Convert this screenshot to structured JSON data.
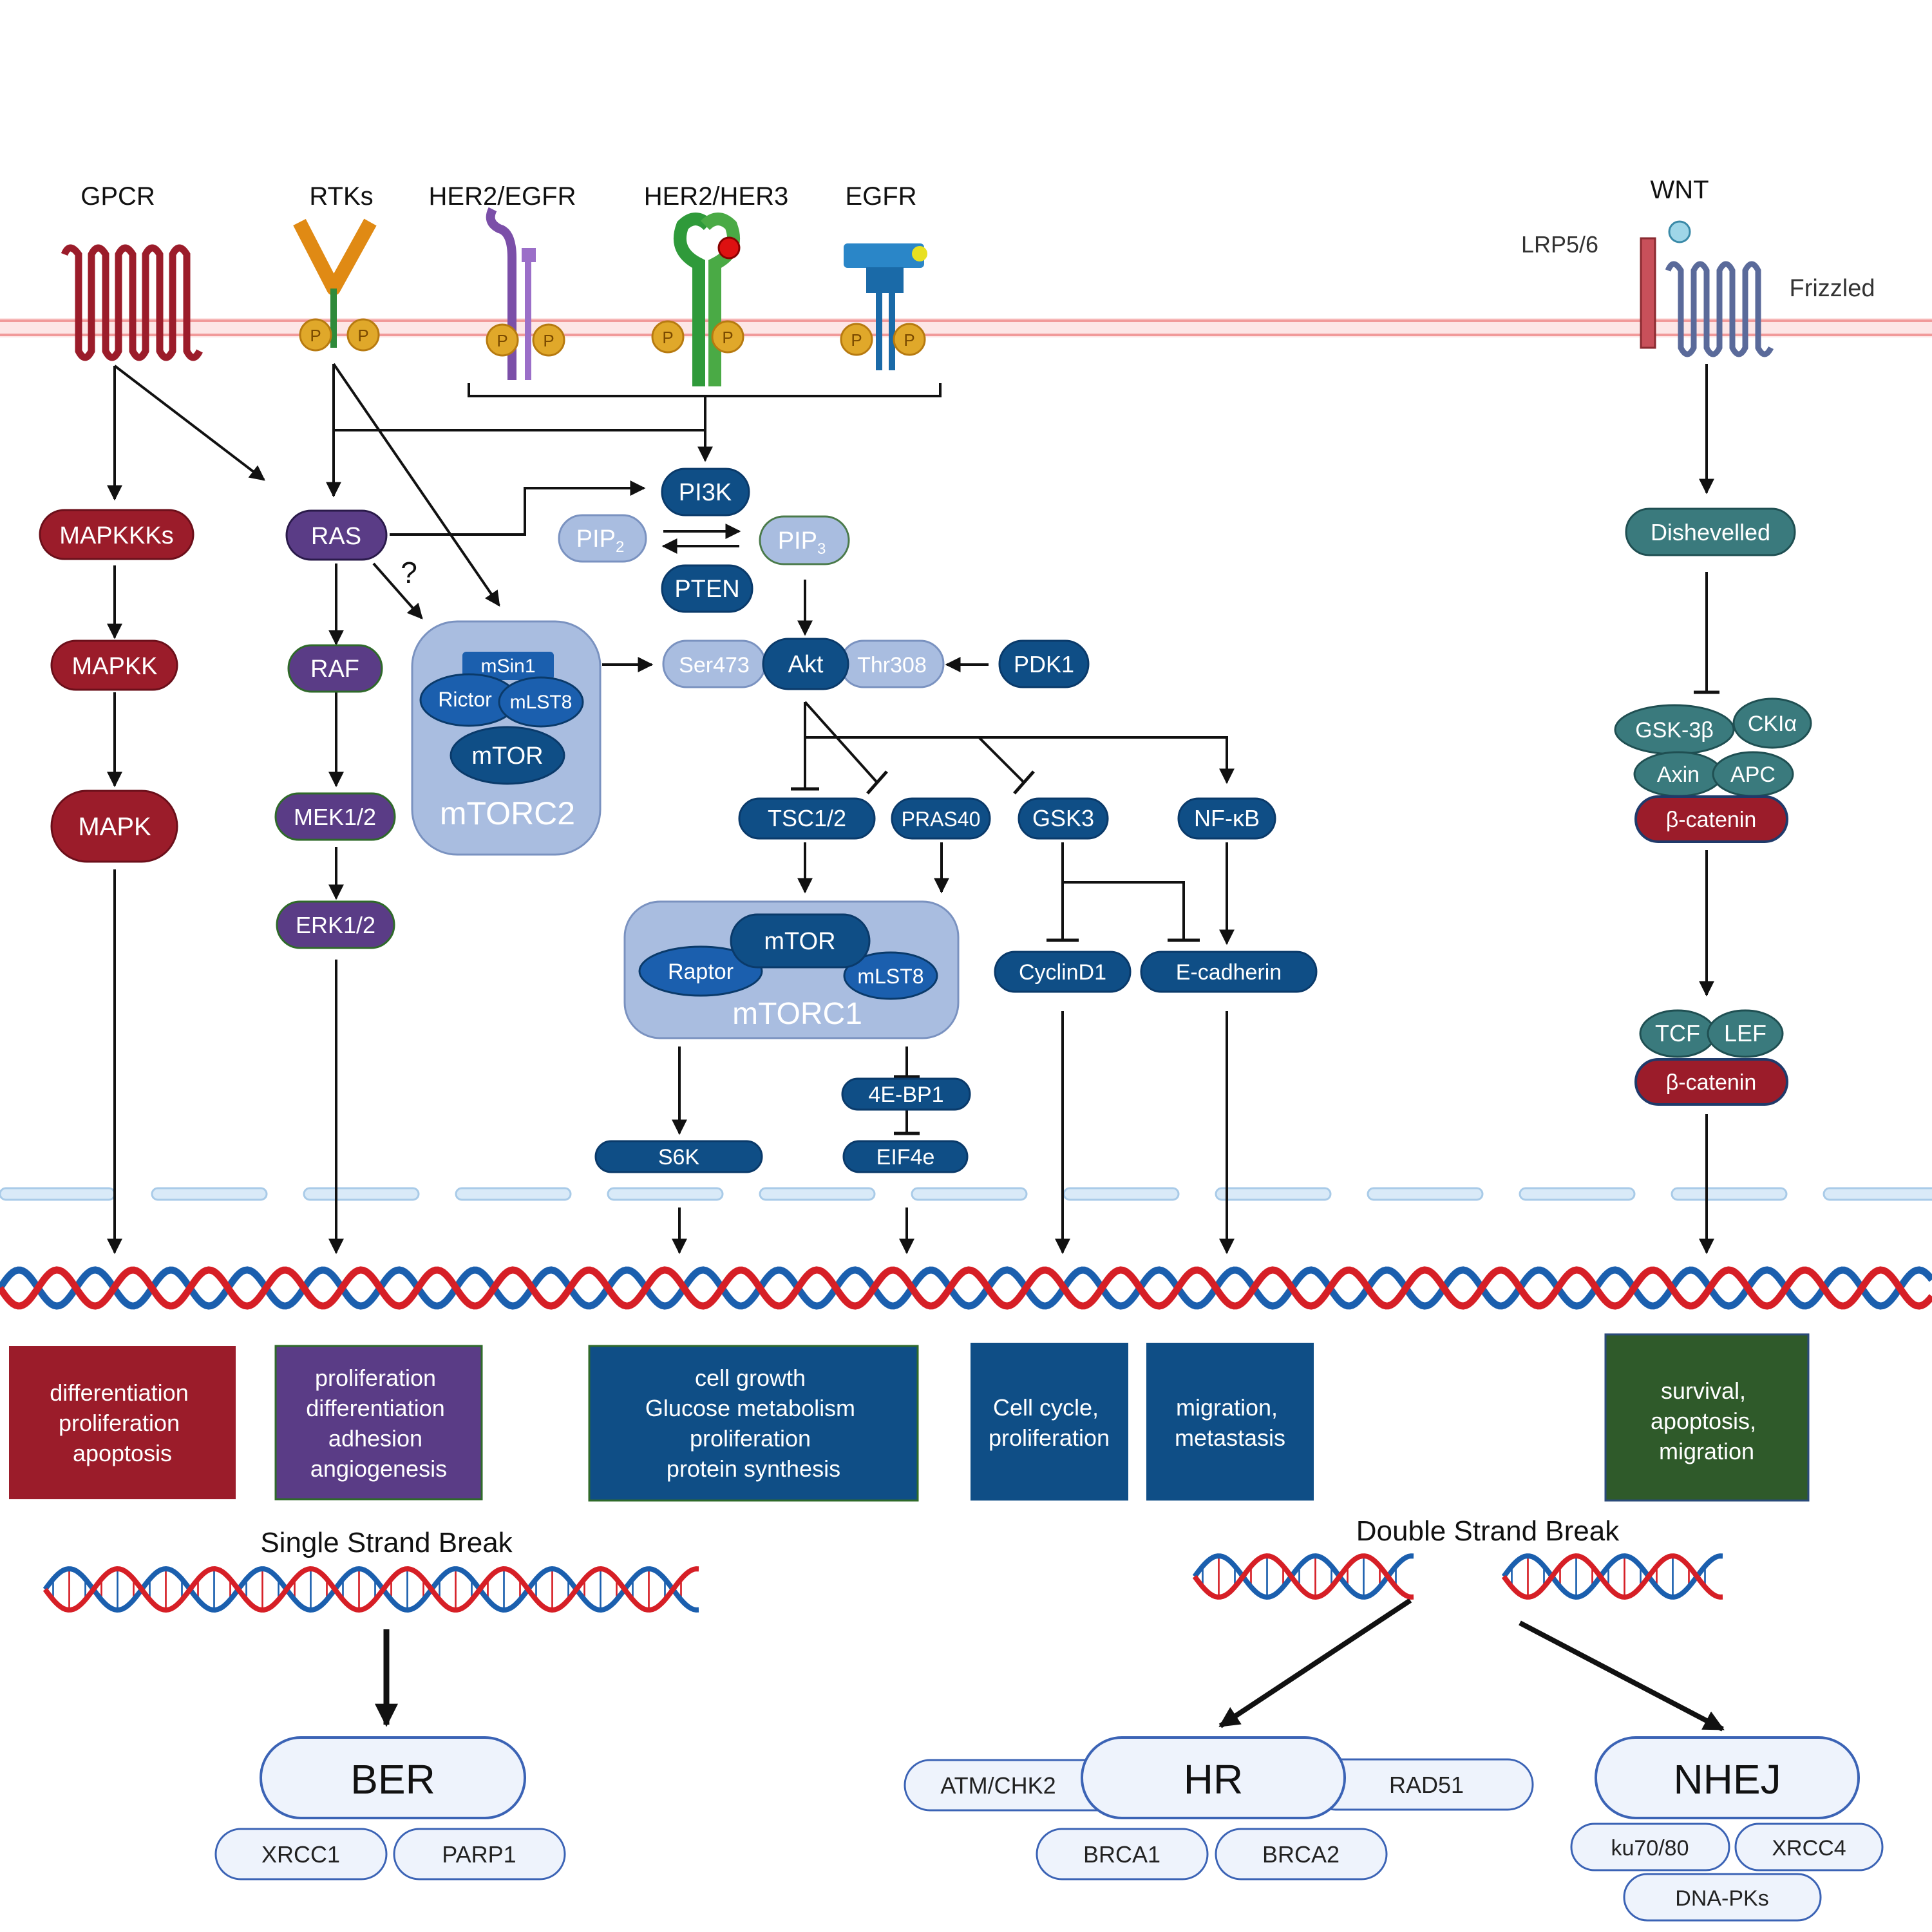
{
  "receptors": {
    "gpcr": "GPCR",
    "rtks": "RTKs",
    "her2_egfr": "HER2/EGFR",
    "her2_her3": "HER2/HER3",
    "egfr": "EGFR",
    "wnt": "WNT",
    "lrp": "LRP5/6",
    "frizzled": "Frizzled",
    "p": "P"
  },
  "nodes": {
    "mapkkks": "MAPKKKs",
    "mapkk": "MAPKK",
    "mapk": "MAPK",
    "ras": "RAS",
    "raf": "RAF",
    "mek": "MEK1/2",
    "erk": "ERK1/2",
    "question": "?",
    "pi3k": "PI3K",
    "pip2": "PIP",
    "pip2_sub": "2",
    "pip3": "PIP",
    "pip3_sub": "3",
    "pten": "PTEN",
    "ser473": "Ser473",
    "akt": "Akt",
    "thr308": "Thr308",
    "pdk1": "PDK1",
    "msin1": "mSin1",
    "rictor": "Rictor",
    "mlst8_2": "mLST8",
    "mtor_2": "mTOR",
    "mtorc2": "mTORC2",
    "tsc": "TSC1/2",
    "pras40": "PRAS40",
    "gsk3": "GSK3",
    "nfkb": "NF-κB",
    "mtor_1": "mTOR",
    "raptor": "Raptor",
    "mlst8_1": "mLST8",
    "mtorc1": "mTORC1",
    "cyclind1": "CyclinD1",
    "ecadherin": "E-cadherin",
    "ebp1": "4E-BP1",
    "s6k": "S6K",
    "eif4e": "EIF4e",
    "dishevelled": "Dishevelled",
    "gsk3b": "GSK-3β",
    "cka": "CKIα",
    "axin": "Axin",
    "apc": "APC",
    "bcatenin_1": "β-catenin",
    "tcf": "TCF",
    "lef": "LEF",
    "bcatenin_2": "β-catenin"
  },
  "outcomes": {
    "mapk": [
      "differentiation",
      "proliferation",
      "apoptosis"
    ],
    "erk": [
      "proliferation",
      "differentiation",
      "adhesion",
      "angiogenesis"
    ],
    "mtor": [
      "cell growth",
      "Glucose metabolism",
      "proliferation",
      "protein synthesis"
    ],
    "cycle": [
      "Cell cycle,",
      "proliferation"
    ],
    "migration": [
      "migration,",
      "metastasis"
    ],
    "wnt": [
      "survival,",
      "apoptosis,",
      "migration"
    ]
  },
  "repair": {
    "ssb": "Single Strand Break",
    "dsb": "Double Strand Break",
    "ber": "BER",
    "xrcc1": "XRCC1",
    "parp1": "PARP1",
    "hr": "HR",
    "atm": "ATM/CHK2",
    "rad51": "RAD51",
    "brca1": "BRCA1",
    "brca2": "BRCA2",
    "nhej": "NHEJ",
    "ku": "ku70/80",
    "xrcc4": "XRCC4",
    "dnapk": "DNA-PKs"
  },
  "colors": {
    "red": "#9b1c2a",
    "purple": "#5a3c86",
    "navy": "#0f4e86",
    "light_blue": "#a9bde0",
    "teal": "#3a7a7d",
    "green": "#2f5a2a",
    "dna_red": "#d61f26",
    "dna_blue": "#1b5fae",
    "repair_fill": "#eef3fc",
    "repair_stroke": "#3b63b5"
  }
}
